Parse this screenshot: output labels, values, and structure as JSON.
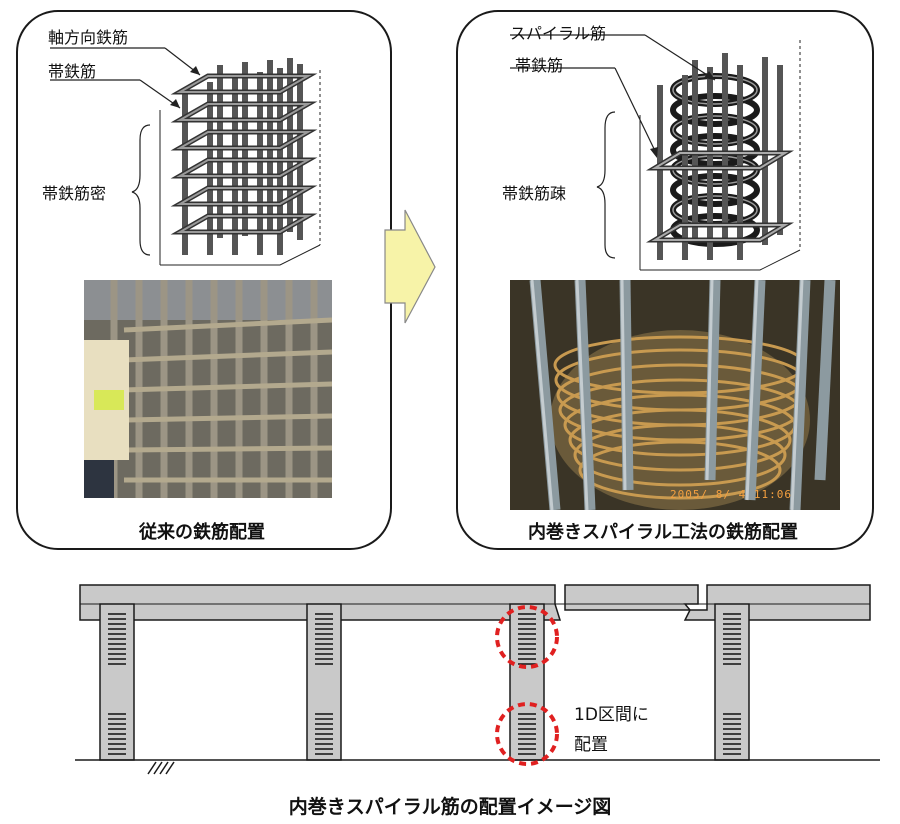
{
  "left_panel": {
    "label_axial": "軸方向鉄筋",
    "label_hoop": "帯鉄筋",
    "label_dense": "帯鉄筋密",
    "caption": "従来の鉄筋配置"
  },
  "right_panel": {
    "label_spiral": "スパイラル筋",
    "label_hoop": "帯鉄筋",
    "label_sparse": "帯鉄筋疎",
    "photo_stamp": "2005/ 8/ 4 11:06",
    "caption": "内巻きスパイラル工法の鉄筋配置"
  },
  "elevation": {
    "note_line1": "1D区間に",
    "note_line2": "配置",
    "caption": "内巻きスパイラル筋の配置イメージ図"
  },
  "colors": {
    "arrow_fill": "#f7f3a8",
    "highlight_circle": "#e02020",
    "concrete": "#c9c9c9",
    "outline": "#1a1a1a"
  }
}
